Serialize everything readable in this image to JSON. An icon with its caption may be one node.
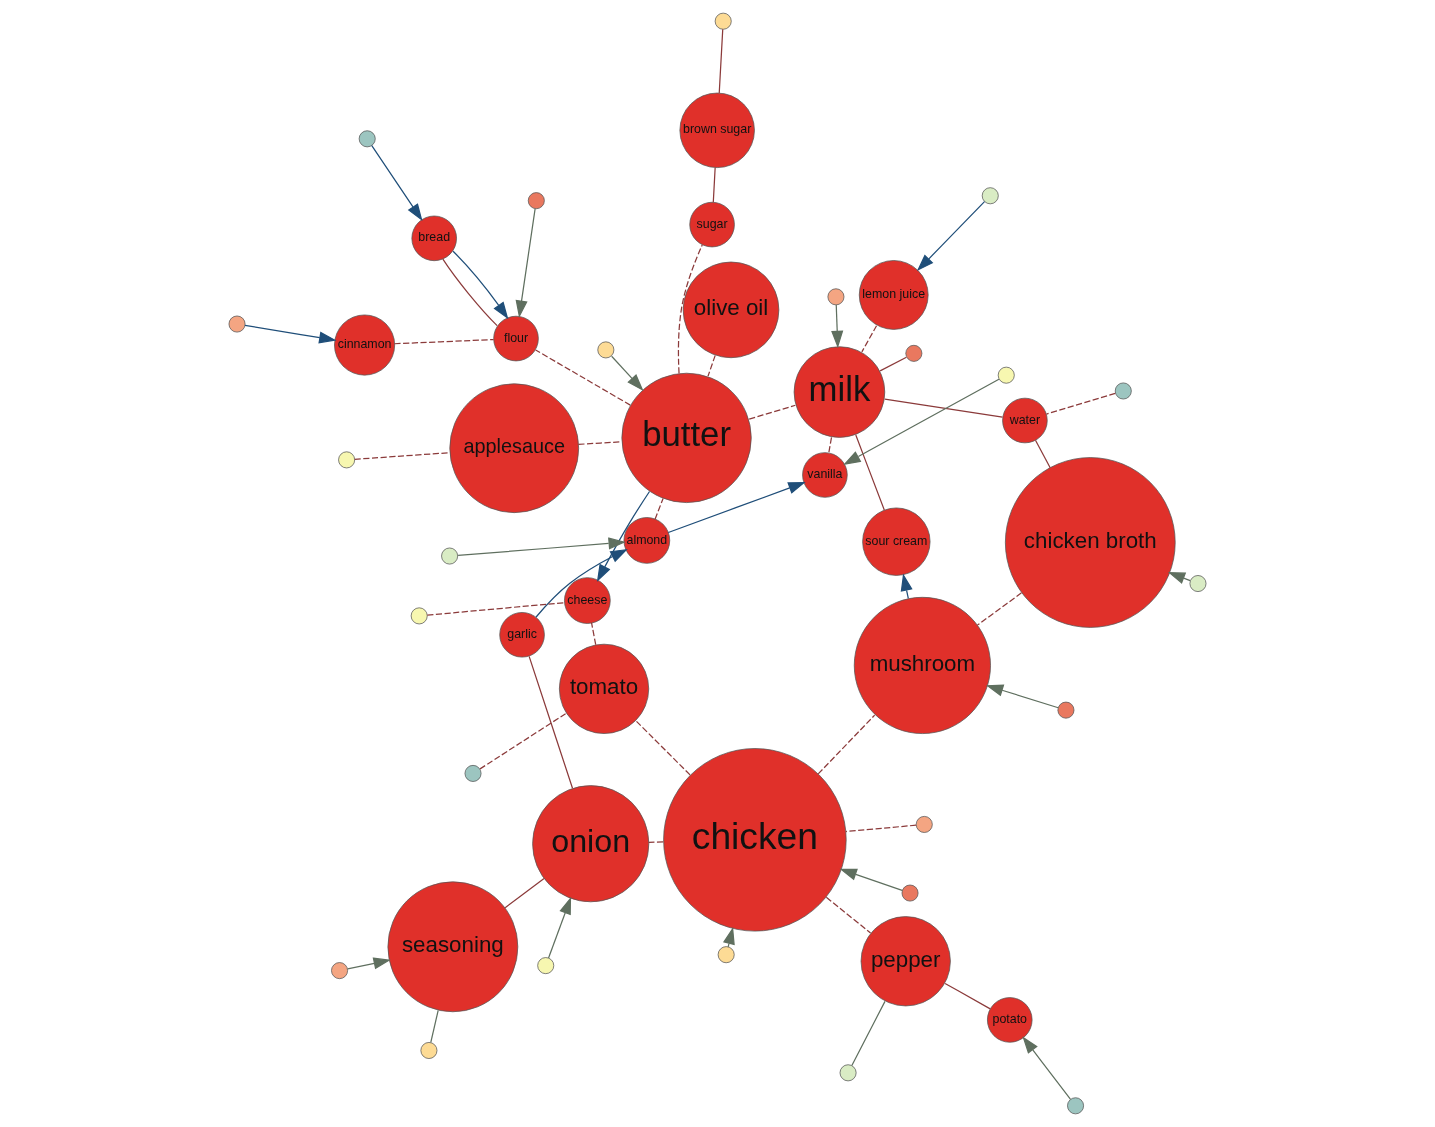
{
  "diagram": {
    "nodes": [
      {
        "text": [
          "seasoning"
        ]
      },
      {
        "text": [
          "onion"
        ]
      },
      {
        "text": [
          "pepper"
        ]
      },
      {
        "text": [
          "garlic"
        ]
      },
      {
        "text": [
          "potato"
        ]
      },
      {
        "text": [
          "mushroom"
        ]
      },
      {
        "text": [
          "tomato"
        ]
      },
      {
        "text": [
          "chicken"
        ]
      },
      {
        "text": [
          "cheese"
        ]
      },
      {
        "text": [
          "chicken broth"
        ]
      },
      {
        "text": [
          "water"
        ]
      },
      {
        "text": [
          "sour cream"
        ]
      },
      {
        "text": [
          "milk"
        ]
      },
      {
        "text": [
          "olive oil"
        ]
      },
      {
        "text": [
          "butter"
        ]
      },
      {
        "text": [
          "applesauce"
        ]
      },
      {
        "text": [
          "almond"
        ]
      },
      {
        "text": [
          "bread"
        ]
      },
      {
        "text": [
          "flour"
        ]
      },
      {
        "text": [
          "cinnamon"
        ]
      },
      {
        "text": [
          "brown sugar"
        ]
      },
      {
        "text": [
          "sugar"
        ]
      },
      {
        "text": [
          "vanilla"
        ]
      },
      {
        "text": [
          "lemon juice"
        ]
      },
      {
        "text": [],
        "shape": "circle"
      },
      {
        "text": [],
        "shape": "circle"
      },
      {
        "text": [],
        "shape": "circle"
      },
      {
        "text": [],
        "shape": "circle"
      },
      {
        "text": [],
        "shape": "circle"
      },
      {
        "text": [],
        "shape": "circle"
      },
      {
        "text": [],
        "shape": "circle"
      },
      {
        "text": [],
        "shape": "circle"
      },
      {
        "text": [],
        "shape": "circle"
      },
      {
        "text": [],
        "shape": "circle"
      },
      {
        "text": [],
        "shape": "circle"
      },
      {
        "text": [],
        "shape": "circle"
      },
      {
        "text": [],
        "shape": "circle"
      },
      {
        "text": [],
        "shape": "circle"
      },
      {
        "text": [],
        "shape": "circle"
      },
      {
        "text": [],
        "shape": "circle"
      },
      {
        "text": [],
        "shape": "circle"
      },
      {
        "text": [],
        "shape": "circle"
      },
      {
        "text": [],
        "shape": "circle"
      },
      {
        "text": [],
        "shape": "circle"
      },
      {
        "text": [],
        "shape": "circle"
      },
      {
        "text": [],
        "shape": "circle"
      },
      {
        "text": [],
        "shape": "circle"
      },
      {
        "text": [],
        "shape": "circle"
      }
    ],
    "edges": [
      {
        "from": 7,
        "to": 1,
        "arrow": "none",
        "style": "dashed"
      },
      {
        "from": 7,
        "to": 2,
        "arrow": "none",
        "style": "dashed"
      },
      {
        "from": 7,
        "to": 5,
        "arrow": "none",
        "style": "dashed"
      },
      {
        "from": 7,
        "to": 6,
        "arrow": "none",
        "style": "dashed"
      },
      {
        "from": 1,
        "to": 3,
        "arrow": "none"
      },
      {
        "from": 1,
        "to": 0,
        "arrow": "none"
      },
      {
        "from": 2,
        "to": 4,
        "arrow": "none"
      },
      {
        "from": 6,
        "to": 8,
        "arrow": "none",
        "style": "dashed"
      },
      {
        "from": 9,
        "to": 5,
        "arrow": "none",
        "style": "dashed"
      },
      {
        "from": 9,
        "to": 10,
        "arrow": "none"
      },
      {
        "from": 14,
        "to": 12,
        "arrow": "none",
        "style": "dashed"
      },
      {
        "from": 14,
        "to": 18,
        "arrow": "none",
        "style": "dashed"
      },
      {
        "from": 14,
        "to": 21,
        "arrow": "none",
        "style": "dashed"
      },
      {
        "from": 13,
        "to": 14,
        "arrow": "none",
        "style": "dashed"
      },
      {
        "from": 15,
        "to": 14,
        "arrow": "none",
        "style": "dashed"
      },
      {
        "from": 16,
        "to": 14,
        "arrow": "none",
        "style": "dashed"
      },
      {
        "from": 12,
        "to": 22,
        "arrow": "none",
        "style": "dashed"
      },
      {
        "from": 12,
        "to": 10,
        "arrow": "none"
      },
      {
        "from": 11,
        "to": 12,
        "arrow": "none"
      },
      {
        "from": 23,
        "to": 12,
        "arrow": "none",
        "style": "dashed"
      },
      {
        "from": 18,
        "to": 17,
        "arrow": "none"
      },
      {
        "from": 19,
        "to": 18,
        "arrow": "none",
        "style": "dashed"
      },
      {
        "from": 20,
        "to": 21,
        "arrow": "none"
      },
      {
        "from": 3,
        "to": 16,
        "arrow": "to",
        "color": "#1f4e79"
      },
      {
        "from": 5,
        "to": 11,
        "arrow": "to",
        "color": "#1f4e79"
      },
      {
        "from": 14,
        "to": 8,
        "arrow": "to",
        "color": "#1f4e79"
      },
      {
        "from": 17,
        "to": 18,
        "arrow": "to",
        "color": "#1f4e79"
      },
      {
        "from": 16,
        "to": 22,
        "arrow": "to",
        "color": "#1f4e79"
      },
      {
        "from": 24,
        "to": 0,
        "arrow": "to",
        "color": "#5f6f5f"
      },
      {
        "from": 25,
        "to": 0,
        "arrow": "none",
        "color": "#5f6f5f"
      },
      {
        "from": 26,
        "to": 1,
        "arrow": "to",
        "color": "#5f6f5f"
      },
      {
        "from": 27,
        "to": 2,
        "arrow": "none",
        "color": "#5f6f5f"
      },
      {
        "from": 28,
        "to": 4,
        "arrow": "to",
        "color": "#5f6f5f"
      },
      {
        "from": 29,
        "to": 7,
        "arrow": "to",
        "color": "#5f6f5f"
      },
      {
        "from": 30,
        "to": 7,
        "arrow": "none",
        "style": "dashed"
      },
      {
        "from": 31,
        "to": 7,
        "arrow": "to",
        "color": "#5f6f5f"
      },
      {
        "from": 32,
        "to": 8,
        "arrow": "none",
        "style": "dashed"
      },
      {
        "from": 33,
        "to": 9,
        "arrow": "to",
        "color": "#5f6f5f"
      },
      {
        "from": 34,
        "to": 10,
        "arrow": "none",
        "style": "dashed"
      },
      {
        "from": 35,
        "to": 12,
        "arrow": "none"
      },
      {
        "from": 36,
        "to": 12,
        "arrow": "to",
        "color": "#5f6f5f"
      },
      {
        "from": 37,
        "to": 14,
        "arrow": "to",
        "color": "#5f6f5f"
      },
      {
        "from": 38,
        "to": 15,
        "arrow": "none",
        "style": "dashed"
      },
      {
        "from": 39,
        "to": 16,
        "arrow": "to",
        "color": "#5f6f5f"
      },
      {
        "from": 40,
        "to": 17,
        "arrow": "to",
        "color": "#1f4e79"
      },
      {
        "from": 41,
        "to": 18,
        "arrow": "to",
        "color": "#5f6f5f"
      },
      {
        "from": 42,
        "to": 19,
        "arrow": "to",
        "color": "#1f4e79"
      },
      {
        "from": 43,
        "to": 20,
        "arrow": "none"
      },
      {
        "from": 44,
        "to": 22,
        "arrow": "to",
        "color": "#5f6f5f"
      },
      {
        "from": 45,
        "to": 23,
        "arrow": "to",
        "color": "#1f4e79"
      },
      {
        "from": 46,
        "to": 6,
        "arrow": "none",
        "style": "dashed"
      },
      {
        "from": 47,
        "to": 5,
        "arrow": "to",
        "color": "#5f6f5f"
      }
    ]
  }
}
